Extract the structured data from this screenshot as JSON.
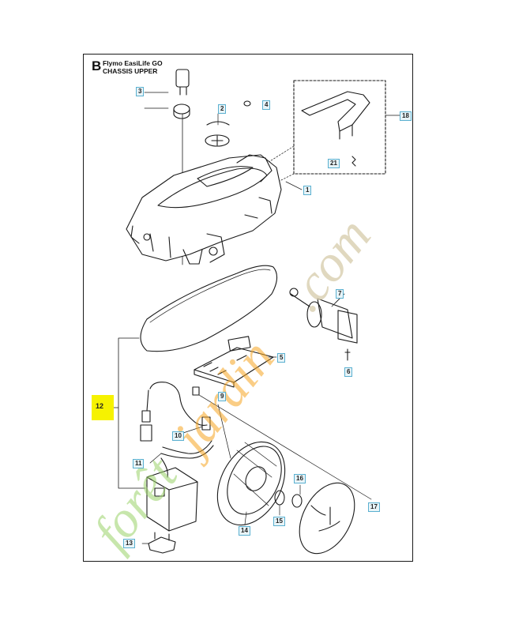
{
  "section": {
    "letter": "B",
    "model": "Flymo EasiLife GO",
    "part": "CHASSIS UPPER"
  },
  "callouts": [
    {
      "id": "c1",
      "label": "1"
    },
    {
      "id": "c2",
      "label": "2"
    },
    {
      "id": "c3",
      "label": "3"
    },
    {
      "id": "c4",
      "label": "4"
    },
    {
      "id": "c5",
      "label": "5"
    },
    {
      "id": "c6",
      "label": "6"
    },
    {
      "id": "c7",
      "label": "7"
    },
    {
      "id": "c9",
      "label": "9"
    },
    {
      "id": "c10",
      "label": "10"
    },
    {
      "id": "c11",
      "label": "11"
    },
    {
      "id": "c12",
      "label": "12",
      "highlighted": true
    },
    {
      "id": "c13",
      "label": "13"
    },
    {
      "id": "c14",
      "label": "14"
    },
    {
      "id": "c15",
      "label": "15"
    },
    {
      "id": "c16",
      "label": "16"
    },
    {
      "id": "c17",
      "label": "17"
    },
    {
      "id": "c18",
      "label": "18"
    },
    {
      "id": "c21",
      "label": "21"
    }
  ],
  "watermark": {
    "text": "forêtjardin.com",
    "colors": [
      "#9bd36a",
      "#f6a623",
      "#d9cfb0"
    ]
  },
  "colors": {
    "callout_bg": "#e8f4f8",
    "callout_border": "#5ab0d0",
    "highlight": "#f6f200",
    "line": "#1a1a1a"
  }
}
